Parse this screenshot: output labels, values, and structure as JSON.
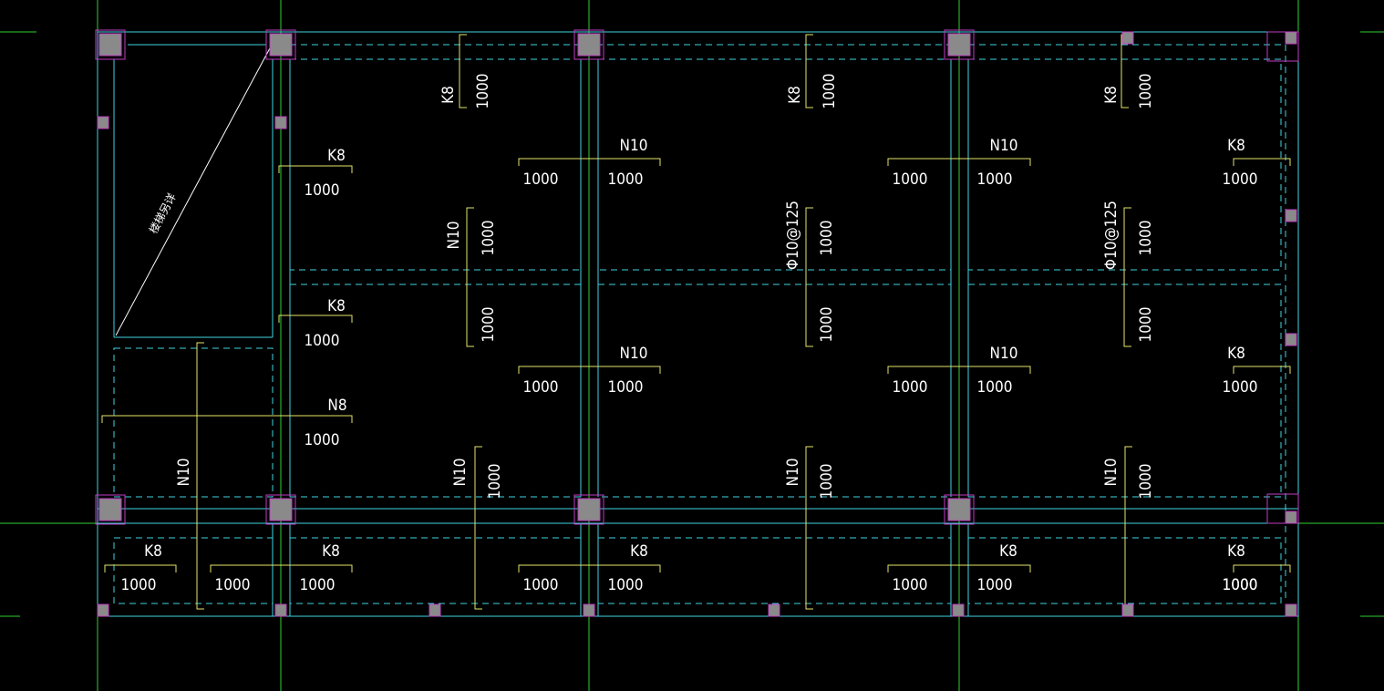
{
  "colors": {
    "background": "#000000",
    "axis_grid": "#2fd12f",
    "beam": "#3fd3e0",
    "slab_dashed": "#3fd3e0",
    "column_fill": "#8a8a8a",
    "column_outline": "#c03cc3",
    "rebar_bracket": "#e5e56a",
    "annotation_text": "#ffffff",
    "stair_line": "#ffffff"
  },
  "stair_note": "楼梯另详",
  "labels": [
    {
      "id": "k8-top-1",
      "text": "K8",
      "rotate": true
    },
    {
      "id": "dim-top-1",
      "text": "1000",
      "rotate": true
    },
    {
      "id": "k8-top-2",
      "text": "K8",
      "rotate": true
    },
    {
      "id": "dim-top-2",
      "text": "1000",
      "rotate": true
    },
    {
      "id": "k8-top-3",
      "text": "K8",
      "rotate": true
    },
    {
      "id": "dim-top-3",
      "text": "1000",
      "rotate": true
    },
    {
      "id": "k8-left-1",
      "text": "K8"
    },
    {
      "id": "dim-left-1",
      "text": "1000"
    },
    {
      "id": "k8-left-2",
      "text": "K8"
    },
    {
      "id": "dim-left-2",
      "text": "1000"
    },
    {
      "id": "n8-left",
      "text": "N8"
    },
    {
      "id": "dim-left-3",
      "text": "1000"
    },
    {
      "id": "n10-row1-a",
      "text": "N10"
    },
    {
      "id": "dim-row1-a1",
      "text": "1000"
    },
    {
      "id": "dim-row1-a2",
      "text": "1000"
    },
    {
      "id": "n10-row1-b",
      "text": "N10"
    },
    {
      "id": "dim-row1-b1",
      "text": "1000"
    },
    {
      "id": "dim-row1-b2",
      "text": "1000"
    },
    {
      "id": "k8-row1-c",
      "text": "K8"
    },
    {
      "id": "dim-row1-c",
      "text": "1000"
    },
    {
      "id": "n10-v-1",
      "text": "N10",
      "rotate": true
    },
    {
      "id": "dim-v-1a",
      "text": "1000",
      "rotate": true
    },
    {
      "id": "dim-v-1b",
      "text": "1000",
      "rotate": true
    },
    {
      "id": "phi-v-2",
      "text": "Φ10@125",
      "rotate": true
    },
    {
      "id": "dim-v-2a",
      "text": "1000",
      "rotate": true
    },
    {
      "id": "dim-v-2b",
      "text": "1000",
      "rotate": true
    },
    {
      "id": "phi-v-3",
      "text": "Φ10@125",
      "rotate": true
    },
    {
      "id": "dim-v-3a",
      "text": "1000",
      "rotate": true
    },
    {
      "id": "dim-v-3b",
      "text": "1000",
      "rotate": true
    },
    {
      "id": "n10-row2-a",
      "text": "N10"
    },
    {
      "id": "dim-row2-a1",
      "text": "1000"
    },
    {
      "id": "dim-row2-a2",
      "text": "1000"
    },
    {
      "id": "n10-row2-b",
      "text": "N10"
    },
    {
      "id": "dim-row2-b1",
      "text": "1000"
    },
    {
      "id": "dim-row2-b2",
      "text": "1000"
    },
    {
      "id": "k8-row2-c",
      "text": "K8"
    },
    {
      "id": "dim-row2-c",
      "text": "1000"
    },
    {
      "id": "n10-low-left",
      "text": "N10",
      "rotate": true
    },
    {
      "id": "n10-low-1",
      "text": "N10",
      "rotate": true
    },
    {
      "id": "dim-low-1",
      "text": "1000",
      "rotate": true
    },
    {
      "id": "n10-low-2",
      "text": "N10",
      "rotate": true
    },
    {
      "id": "dim-low-2",
      "text": "1000",
      "rotate": true
    },
    {
      "id": "n10-low-3",
      "text": "N10",
      "rotate": true
    },
    {
      "id": "dim-low-3",
      "text": "1000",
      "rotate": true
    },
    {
      "id": "k8-bot-1",
      "text": "K8"
    },
    {
      "id": "dim-bot-1",
      "text": "1000"
    },
    {
      "id": "dim-bot-2",
      "text": "1000"
    },
    {
      "id": "k8-bot-2",
      "text": "K8"
    },
    {
      "id": "dim-bot-3",
      "text": "1000"
    },
    {
      "id": "dim-bot-4",
      "text": "1000"
    },
    {
      "id": "k8-bot-3",
      "text": "K8"
    },
    {
      "id": "dim-bot-5",
      "text": "1000"
    },
    {
      "id": "dim-bot-6",
      "text": "1000"
    },
    {
      "id": "k8-bot-4",
      "text": "K8"
    },
    {
      "id": "dim-bot-7",
      "text": "1000"
    },
    {
      "id": "dim-bot-8",
      "text": "1000"
    },
    {
      "id": "k8-bot-5",
      "text": "K8"
    },
    {
      "id": "dim-bot-9",
      "text": "1000"
    }
  ]
}
